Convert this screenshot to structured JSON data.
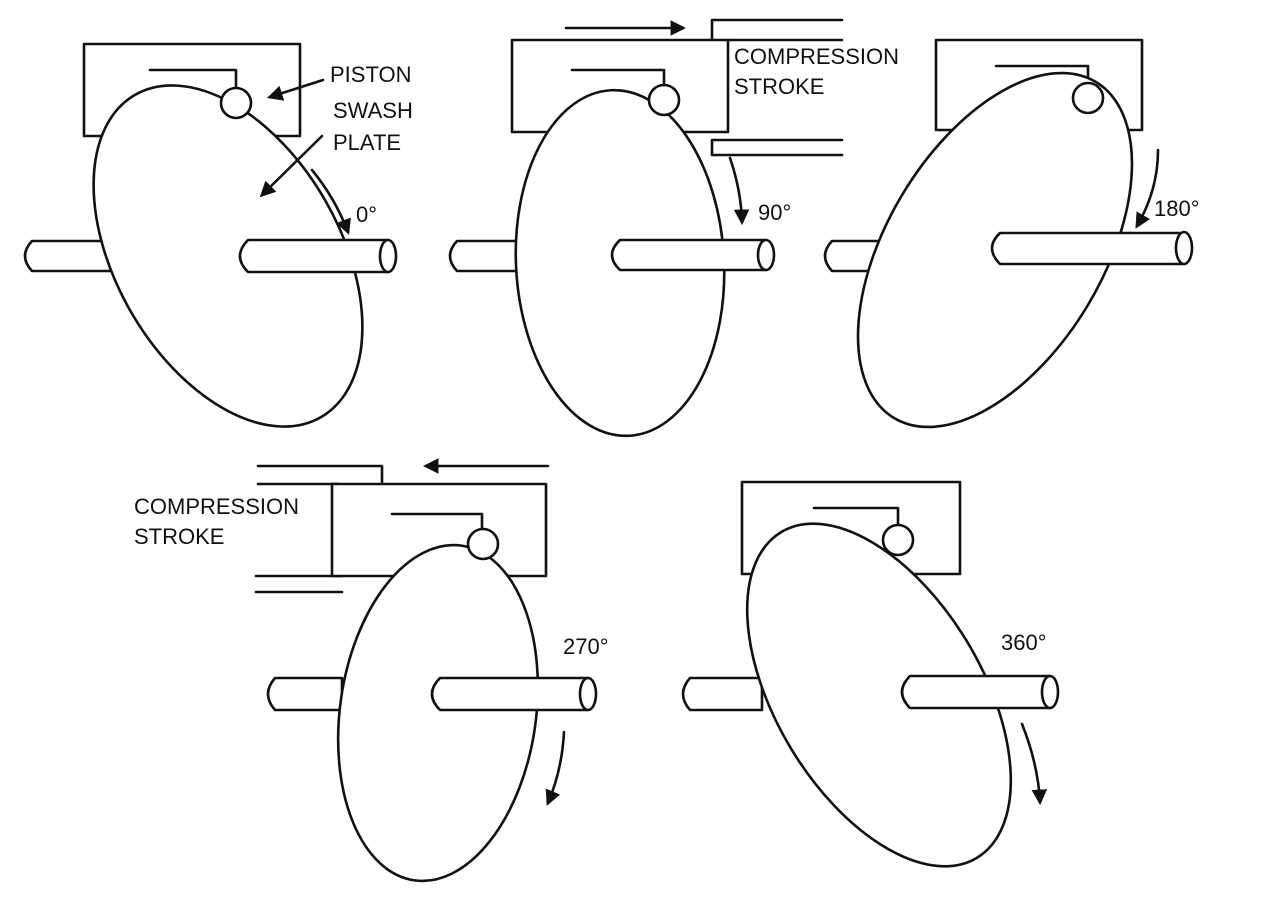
{
  "labels": {
    "piston": "PISTON",
    "swash_1": "SWASH",
    "swash_2": "PLATE",
    "compression_a_1": "COMPRESSION",
    "compression_a_2": "STROKE",
    "compression_b_1": "COMPRESSION",
    "compression_b_2": "STROKE"
  },
  "panels": [
    {
      "id": "p0",
      "angle_label": "0°"
    },
    {
      "id": "p90",
      "angle_label": "90°"
    },
    {
      "id": "p180",
      "angle_label": "180°"
    },
    {
      "id": "p270",
      "angle_label": "270°"
    },
    {
      "id": "p360",
      "angle_label": "360°"
    }
  ],
  "colors": {
    "ink": "#111111",
    "paper": "#ffffff"
  }
}
